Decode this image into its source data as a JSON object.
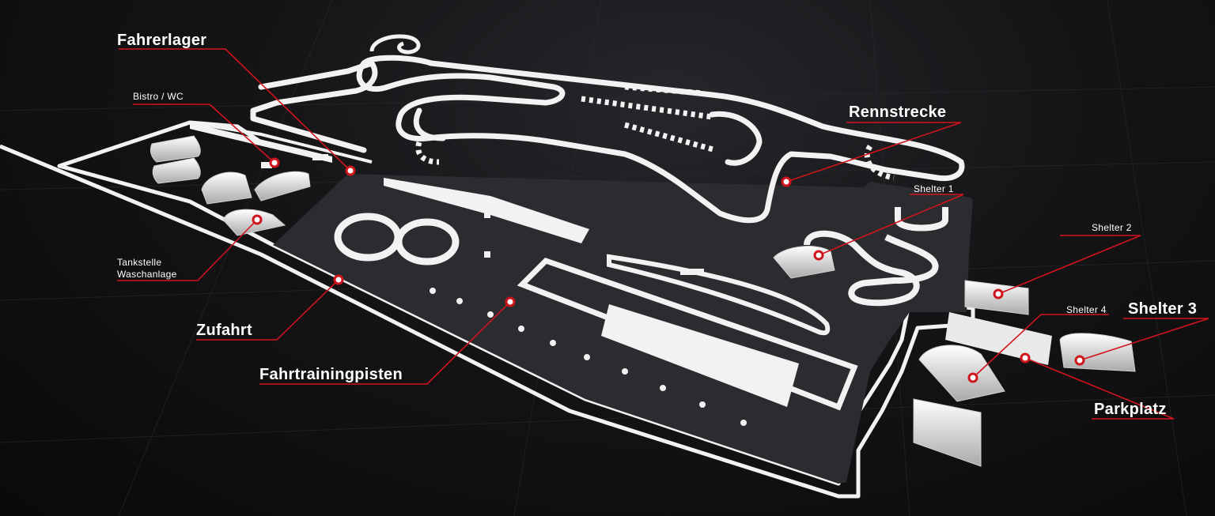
{
  "labels": {
    "fahrerlager": "Fahrerlager",
    "bistro_wc": "Bistro / WC",
    "tankstelle": "Tankstelle",
    "waschanlage": "Waschanlage",
    "zufahrt": "Zufahrt",
    "fahrtrainingpisten": "Fahrtrainingpisten",
    "rennstrecke": "Rennstrecke",
    "shelter_1": "Shelter 1",
    "shelter_2": "Shelter 2",
    "shelter_3": "Shelter 3",
    "shelter_4": "Shelter 4",
    "parkplatz": "Parkplatz"
  },
  "colors": {
    "background": "#0d0d0f",
    "asphalt": "#2b2c30",
    "track": "#f2f2f2",
    "accent": "#d0141c"
  }
}
